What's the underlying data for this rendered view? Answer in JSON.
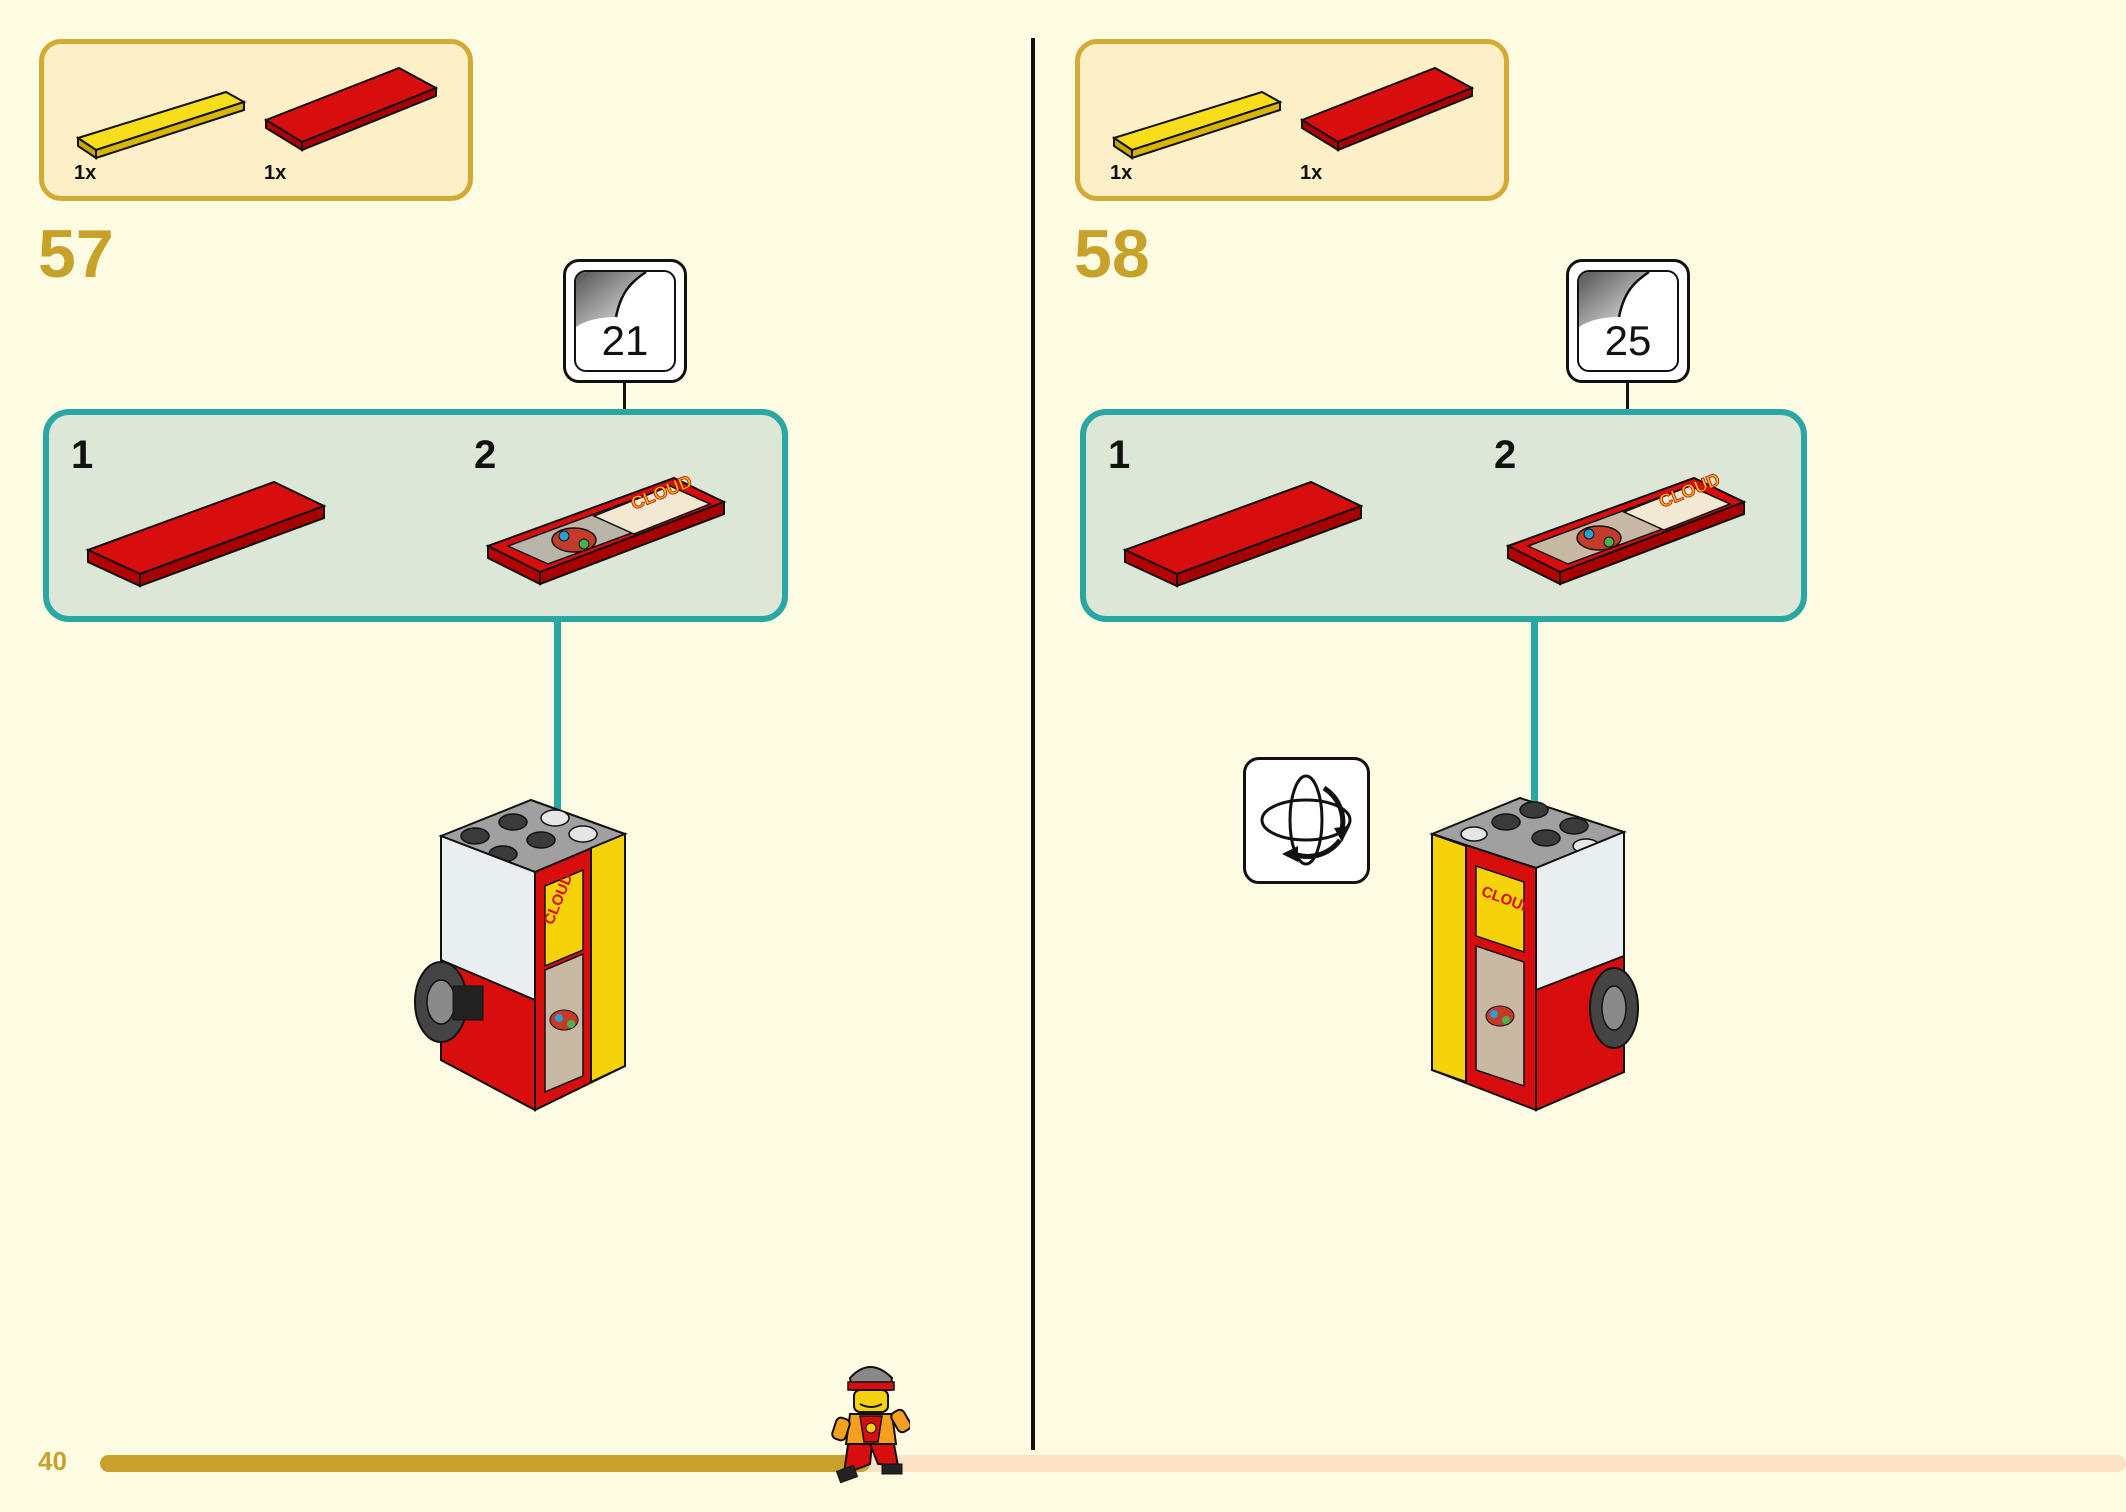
{
  "steps": [
    {
      "number": "57",
      "parts": [
        {
          "qty": "1x",
          "color": "yellow"
        },
        {
          "qty": "1x",
          "color": "red"
        }
      ],
      "substeps": [
        "1",
        "2"
      ],
      "sticker_number": "21"
    },
    {
      "number": "58",
      "parts": [
        {
          "qty": "1x",
          "color": "yellow"
        },
        {
          "qty": "1x",
          "color": "red"
        }
      ],
      "substeps": [
        "1",
        "2"
      ],
      "sticker_number": "25"
    }
  ],
  "footer": {
    "page_number": "40",
    "progress": 0.38
  },
  "colors": {
    "accent_gold": "#c7a22b",
    "subassembly_teal": "#2aa7a2",
    "brick_red": "#d40f0f",
    "brick_yellow": "#f5d20a",
    "background": "#fefbe3"
  },
  "icons": [
    "sticker-icon",
    "rotate-model-icon",
    "minifigure-icon"
  ]
}
